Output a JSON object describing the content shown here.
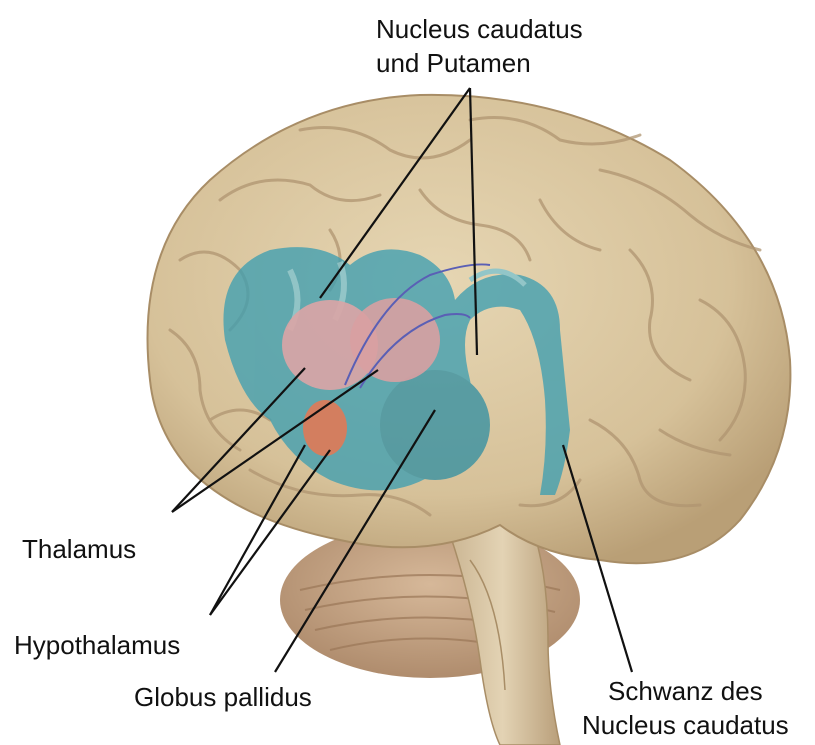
{
  "labels": {
    "nucleus_caudatus_putamen": [
      "Nucleus caudatus",
      "und Putamen"
    ],
    "thalamus": "Thalamus",
    "hypothalamus": "Hypothalamus",
    "globus_pallidus": "Globus pallidus",
    "schwanz_nucleus_caudatus": [
      "Schwanz des",
      "Nucleus caudatus"
    ]
  },
  "colors": {
    "brain_surface": "#dbc8a1",
    "brain_shadow": "#b59b72",
    "cerebellum": "#c9a88a",
    "caudate_putamen": "#3f9fb1",
    "thalamus": "#d9a5a6",
    "hypothalamus": "#e07a57",
    "leader_line": "#111111"
  }
}
